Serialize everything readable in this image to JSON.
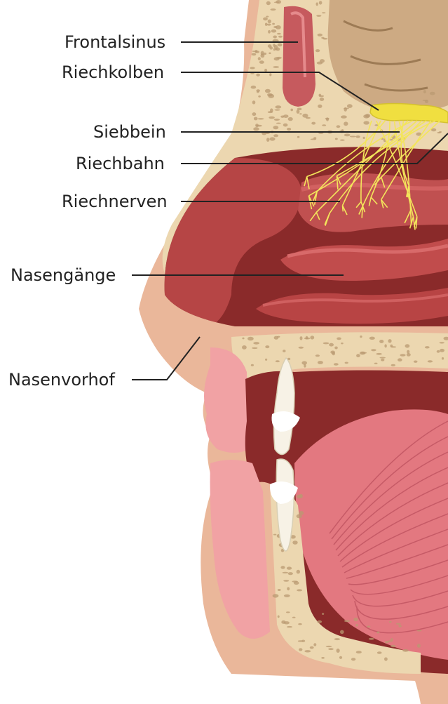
{
  "labels": {
    "frontalsinus": "Frontalsinus",
    "riechkolben": "Riechkolben",
    "siebbein": "Siebbein",
    "riechbahn": "Riechbahn",
    "riechnerven": "Riechnerven",
    "nasengaenge": "Nasengänge",
    "nasenvorhof": "Nasenvorhof"
  },
  "colors": {
    "skin": "#eab79a",
    "bone": "#ecd7b0",
    "bone_pore": "#b99a72",
    "mucosa_dark": "#8a2a2a",
    "mucosa": "#b64545",
    "mucosa_light": "#d26161",
    "lip_pink": "#f1a2a4",
    "brain": "#cdaa83",
    "nerve": "#f3e55b",
    "tooth": "#f7f2e6",
    "leader": "#222222"
  }
}
